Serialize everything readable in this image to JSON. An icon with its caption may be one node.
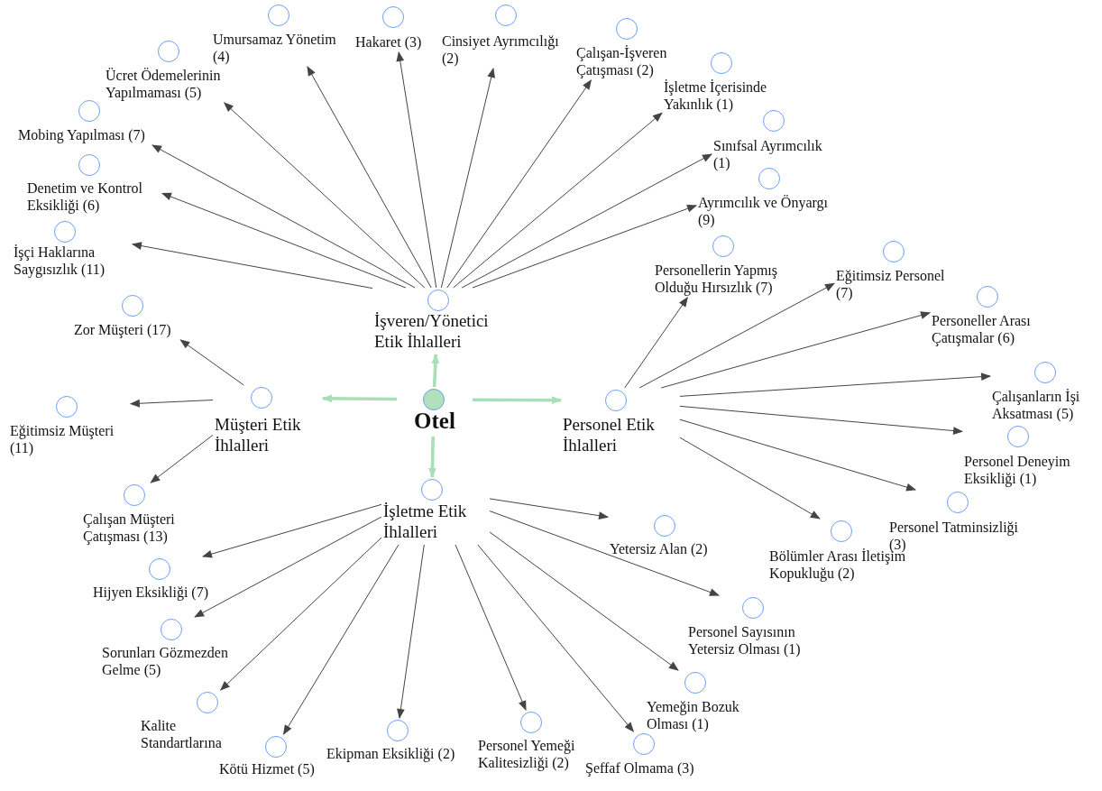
{
  "diagram": {
    "nodes": [
      {
        "text": [],
        "shape": "circle",
        "beside": [
          "Otel"
        ]
      },
      {
        "text": [],
        "shape": "circle",
        "beside": [
          "İşveren/Yönetici Etik İhlalleri"
        ]
      },
      {
        "text": [],
        "shape": "circle",
        "beside": [
          "Müşteri Etik İhlalleri"
        ]
      },
      {
        "text": [],
        "shape": "circle",
        "beside": [
          "Personel Etik İhlalleri"
        ]
      },
      {
        "text": [],
        "shape": "circle",
        "beside": [
          "İşletme Etik İhlalleri"
        ]
      },
      {
        "text": [],
        "shape": "circle",
        "beside": [
          "İşçi Haklarına Saygısızlık (11)"
        ]
      },
      {
        "text": [],
        "shape": "circle",
        "beside": [
          "Denetim ve Kontrol Eksikliği (6)"
        ]
      },
      {
        "text": [],
        "shape": "circle",
        "beside": [
          "Mobing Yapılması (7)"
        ]
      },
      {
        "text": [],
        "shape": "circle",
        "beside": [
          "Ücret Ödemelerinin Yapılmaması (5)"
        ]
      },
      {
        "text": [],
        "shape": "circle",
        "beside": [
          "Umursamaz Yönetim (4)"
        ]
      },
      {
        "text": [],
        "shape": "circle",
        "beside": [
          "Hakaret (3)"
        ]
      },
      {
        "text": [],
        "shape": "circle",
        "beside": [
          "Cinsiyet Ayrımcılığı (2)"
        ]
      },
      {
        "text": [],
        "shape": "circle",
        "beside": [
          "Çalışan-İşveren Çatışması (2)"
        ]
      },
      {
        "text": [],
        "shape": "circle",
        "beside": [
          "İşletme İçerisinde Yakınlık (1)"
        ]
      },
      {
        "text": [],
        "shape": "circle",
        "beside": [
          "Sınıfsal Ayrımcılık (1)"
        ]
      },
      {
        "text": [],
        "shape": "circle",
        "beside": [
          "Ayrımcılık ve Önyargı (9)"
        ]
      },
      {
        "text": [],
        "shape": "circle",
        "beside": [
          "Personellerin Yapmış Olduğu Hırsızlık (7)"
        ]
      },
      {
        "text": [],
        "shape": "circle",
        "beside": [
          "Eğitimsiz Personel (7)"
        ]
      },
      {
        "text": [],
        "shape": "circle",
        "beside": [
          "Personeller Arası Çatışmalar (6)"
        ]
      },
      {
        "text": [],
        "shape": "circle",
        "beside": [
          "Çalışanların İşi Aksatması (5)"
        ]
      },
      {
        "text": [],
        "shape": "circle",
        "beside": [
          "Personel Deneyim Eksikliği (1)"
        ]
      },
      {
        "text": [],
        "shape": "circle",
        "beside": [
          "Personel Tatminsizliği (3)"
        ]
      },
      {
        "text": [],
        "shape": "circle",
        "beside": [
          "Bölümler Arası İletişim Kopukluğu (2)"
        ]
      },
      {
        "text": [],
        "shape": "circle",
        "beside": [
          "Zor Müşteri (17)"
        ]
      },
      {
        "text": [],
        "shape": "circle",
        "beside": [
          "Eğitimsiz Müşteri (11)"
        ]
      },
      {
        "text": [],
        "shape": "circle",
        "beside": [
          "Çalışan Müşteri Çatışması (13)"
        ]
      },
      {
        "text": [],
        "shape": "circle",
        "beside": [
          "Yetersiz Alan (2)"
        ]
      },
      {
        "text": [],
        "shape": "circle",
        "beside": [
          "Personel Sayısının Yetersiz Olması (1)"
        ]
      },
      {
        "text": [],
        "shape": "circle",
        "beside": [
          "Yemeğin Bozuk Olması (1)"
        ]
      },
      {
        "text": [],
        "shape": "circle",
        "beside": [
          "Şeffaf Olmama (3)"
        ]
      },
      {
        "text": [],
        "shape": "circle",
        "beside": [
          "Personel Yemeği Kalitesizliği (2)"
        ]
      },
      {
        "text": [],
        "shape": "circle",
        "beside": [
          "Ekipman Eksikliği (2)"
        ]
      },
      {
        "text": [],
        "shape": "circle",
        "beside": [
          "Kötü Hizmet (5)"
        ]
      },
      {
        "text": [],
        "shape": "circle",
        "beside": [
          "Kalite Standartlarına"
        ]
      },
      {
        "text": [],
        "shape": "circle",
        "beside": [
          "Sorunları Gözmezden Gelme (5)"
        ]
      },
      {
        "text": [],
        "shape": "circle",
        "beside": [
          "Hijyen Eksikliği (7)"
        ]
      }
    ],
    "edges": [
      {
        "from": 0,
        "to": 1,
        "arrow": "to",
        "style": "thick",
        "color": "#a8dfb6"
      },
      {
        "from": 0,
        "to": 2,
        "arrow": "to",
        "style": "thick",
        "color": "#a8dfb6"
      },
      {
        "from": 0,
        "to": 3,
        "arrow": "to",
        "style": "thick",
        "color": "#a8dfb6"
      },
      {
        "from": 0,
        "to": 4,
        "arrow": "to",
        "style": "thick",
        "color": "#a8dfb6"
      },
      {
        "from": 1,
        "to": 5,
        "arrow": "to"
      },
      {
        "from": 1,
        "to": 6,
        "arrow": "to"
      },
      {
        "from": 1,
        "to": 7,
        "arrow": "to"
      },
      {
        "from": 1,
        "to": 8,
        "arrow": "to"
      },
      {
        "from": 1,
        "to": 9,
        "arrow": "to"
      },
      {
        "from": 1,
        "to": 10,
        "arrow": "to"
      },
      {
        "from": 1,
        "to": 11,
        "arrow": "to"
      },
      {
        "from": 1,
        "to": 12,
        "arrow": "to"
      },
      {
        "from": 1,
        "to": 13,
        "arrow": "to"
      },
      {
        "from": 1,
        "to": 14,
        "arrow": "to"
      },
      {
        "from": 1,
        "to": 15,
        "arrow": "to"
      },
      {
        "from": 3,
        "to": 16,
        "arrow": "to"
      },
      {
        "from": 3,
        "to": 17,
        "arrow": "to"
      },
      {
        "from": 3,
        "to": 18,
        "arrow": "to"
      },
      {
        "from": 3,
        "to": 19,
        "arrow": "to"
      },
      {
        "from": 3,
        "to": 20,
        "arrow": "to"
      },
      {
        "from": 3,
        "to": 21,
        "arrow": "to"
      },
      {
        "from": 3,
        "to": 22,
        "arrow": "to"
      },
      {
        "from": 2,
        "to": 23,
        "arrow": "to"
      },
      {
        "from": 2,
        "to": 24,
        "arrow": "to"
      },
      {
        "from": 2,
        "to": 25,
        "arrow": "to"
      },
      {
        "from": 4,
        "to": 26,
        "arrow": "to"
      },
      {
        "from": 4,
        "to": 27,
        "arrow": "to"
      },
      {
        "from": 4,
        "to": 28,
        "arrow": "to"
      },
      {
        "from": 4,
        "to": 29,
        "arrow": "to"
      },
      {
        "from": 4,
        "to": 30,
        "arrow": "to"
      },
      {
        "from": 4,
        "to": 31,
        "arrow": "to"
      },
      {
        "from": 4,
        "to": 32,
        "arrow": "to"
      },
      {
        "from": 4,
        "to": 33,
        "arrow": "to"
      },
      {
        "from": 4,
        "to": 34,
        "arrow": "to"
      },
      {
        "from": 4,
        "to": 35,
        "arrow": "to"
      }
    ]
  }
}
